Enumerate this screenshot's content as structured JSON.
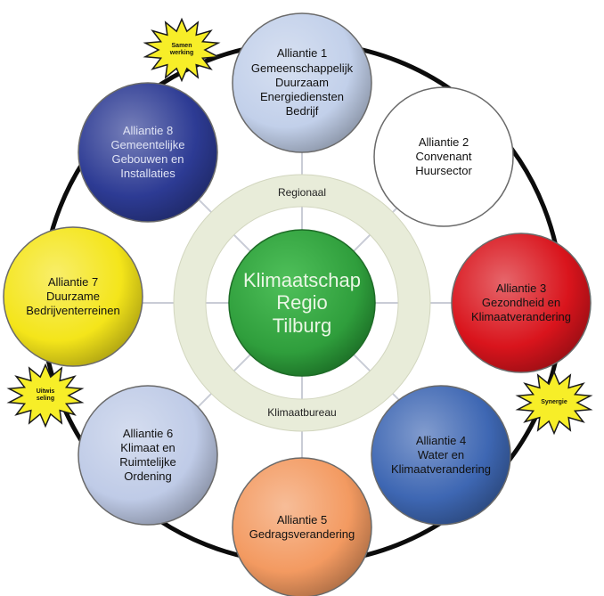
{
  "colors": {
    "outer_ring": "#0c0c0c",
    "inner_ring": "#e8ecd9",
    "spokes": "#c9ccd6",
    "center": "#2f9e3c",
    "burst": "#f7ee28"
  },
  "center": {
    "lines": [
      "Klimaatschap",
      "Regio",
      "Tilburg"
    ]
  },
  "ring_labels": {
    "top": "Regionaal",
    "bottom": "Klimaatbureau"
  },
  "alliances": [
    {
      "lines": [
        "Alliantie 1",
        "Gemeenschappelijk",
        "Duurzaam",
        "Energiediensten",
        "Bedrijf"
      ],
      "fill": "#c2d0ea"
    },
    {
      "lines": [
        "Alliantie 2",
        "Convenant",
        "Huursector"
      ],
      "fill": "#ffffff"
    },
    {
      "lines": [
        "Alliantie 3",
        "Gezondheid en",
        "Klimaatverandering"
      ],
      "fill": "#d9141c"
    },
    {
      "lines": [
        "Alliantie 4",
        "Water en",
        "Klimaatverandering"
      ],
      "fill": "#3e67b3"
    },
    {
      "lines": [
        "Alliantie 5",
        "Gedragsverandering"
      ],
      "fill": "#f39a61"
    },
    {
      "lines": [
        "Alliantie 6",
        "Klimaat en",
        "Ruimtelijke",
        "Ordening"
      ],
      "fill": "#bfcbe7"
    },
    {
      "lines": [
        "Alliantie 7",
        "Duurzame",
        "Bedrijventerreinen"
      ],
      "fill": "#f4e51a"
    },
    {
      "lines": [
        "Alliantie 8",
        "Gemeentelijke",
        "Gebouwen en",
        "Installaties"
      ],
      "fill": "#2d3b94"
    }
  ],
  "bursts": [
    {
      "lines": [
        "Samen",
        "werking"
      ]
    },
    {
      "lines": [
        "Uitwis",
        "seling"
      ]
    },
    {
      "lines": [
        "Synergie"
      ]
    }
  ]
}
